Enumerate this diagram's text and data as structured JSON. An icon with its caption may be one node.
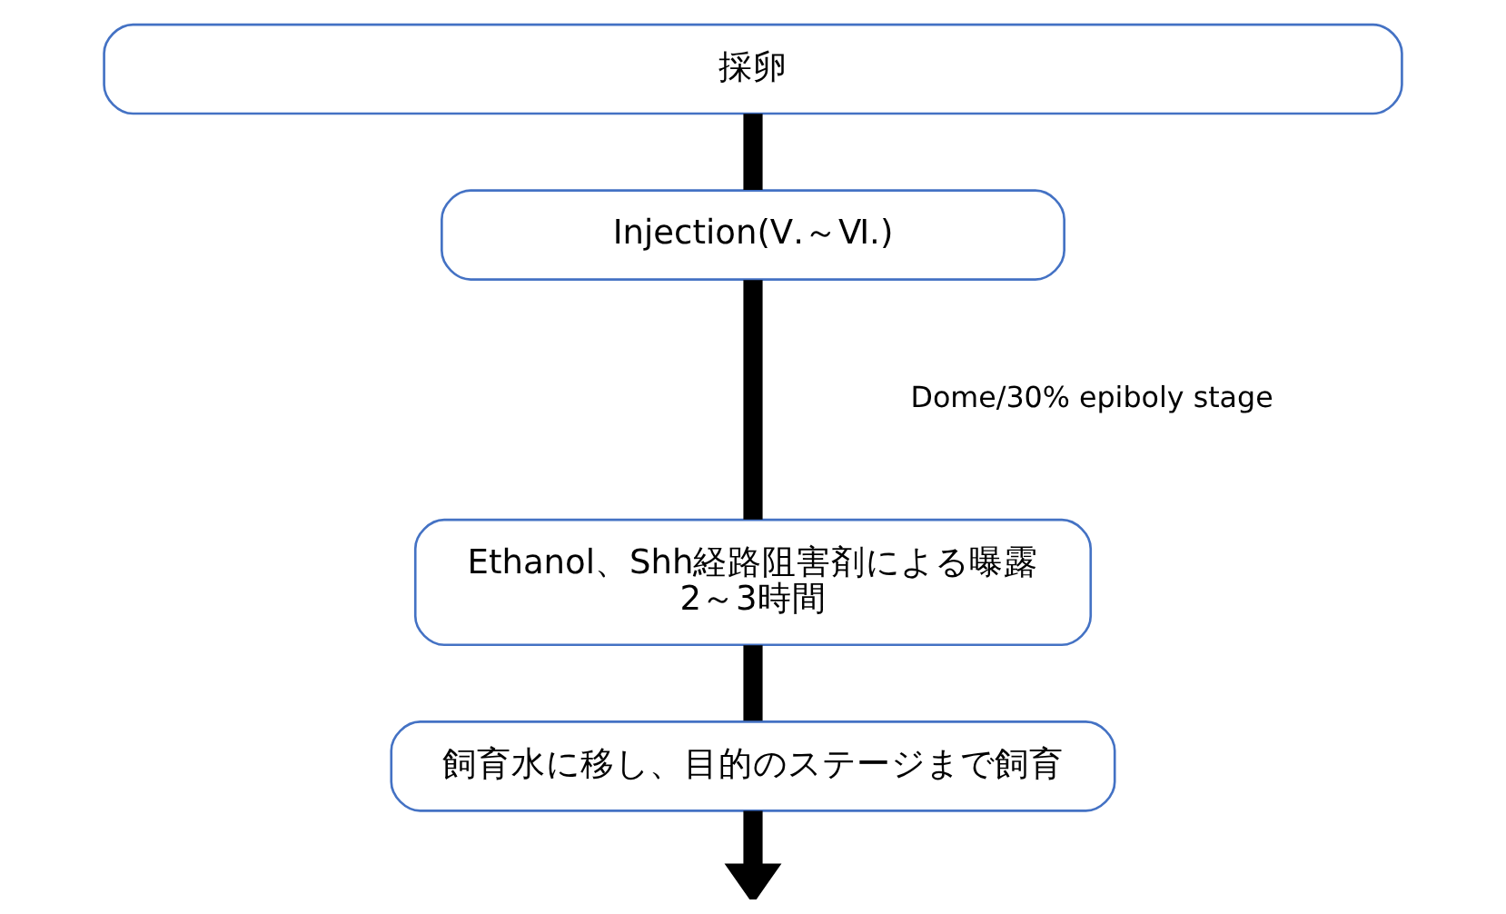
{
  "diagram": {
    "nodes": [
      {
        "text": [
          "採卵"
        ]
      },
      {
        "text": [
          "Injection(Ⅴ.～Ⅵ.)"
        ]
      },
      {
        "text": [
          "Ethanol、Shh経路阻害剤による曝露",
          "2～3時間"
        ]
      },
      {
        "text": [
          "飼育水に移し、目的のステージまで飼育"
        ]
      }
    ],
    "edges": [
      {
        "from": 0,
        "to": 1,
        "arrow": "none"
      },
      {
        "from": 1,
        "to": 2,
        "arrow": "none"
      },
      {
        "from": 2,
        "to": 3,
        "arrow": "none"
      },
      {
        "from": 3,
        "to": null,
        "arrow": "to"
      }
    ],
    "labels": [
      "Dome/30% epiboly stage"
    ]
  }
}
